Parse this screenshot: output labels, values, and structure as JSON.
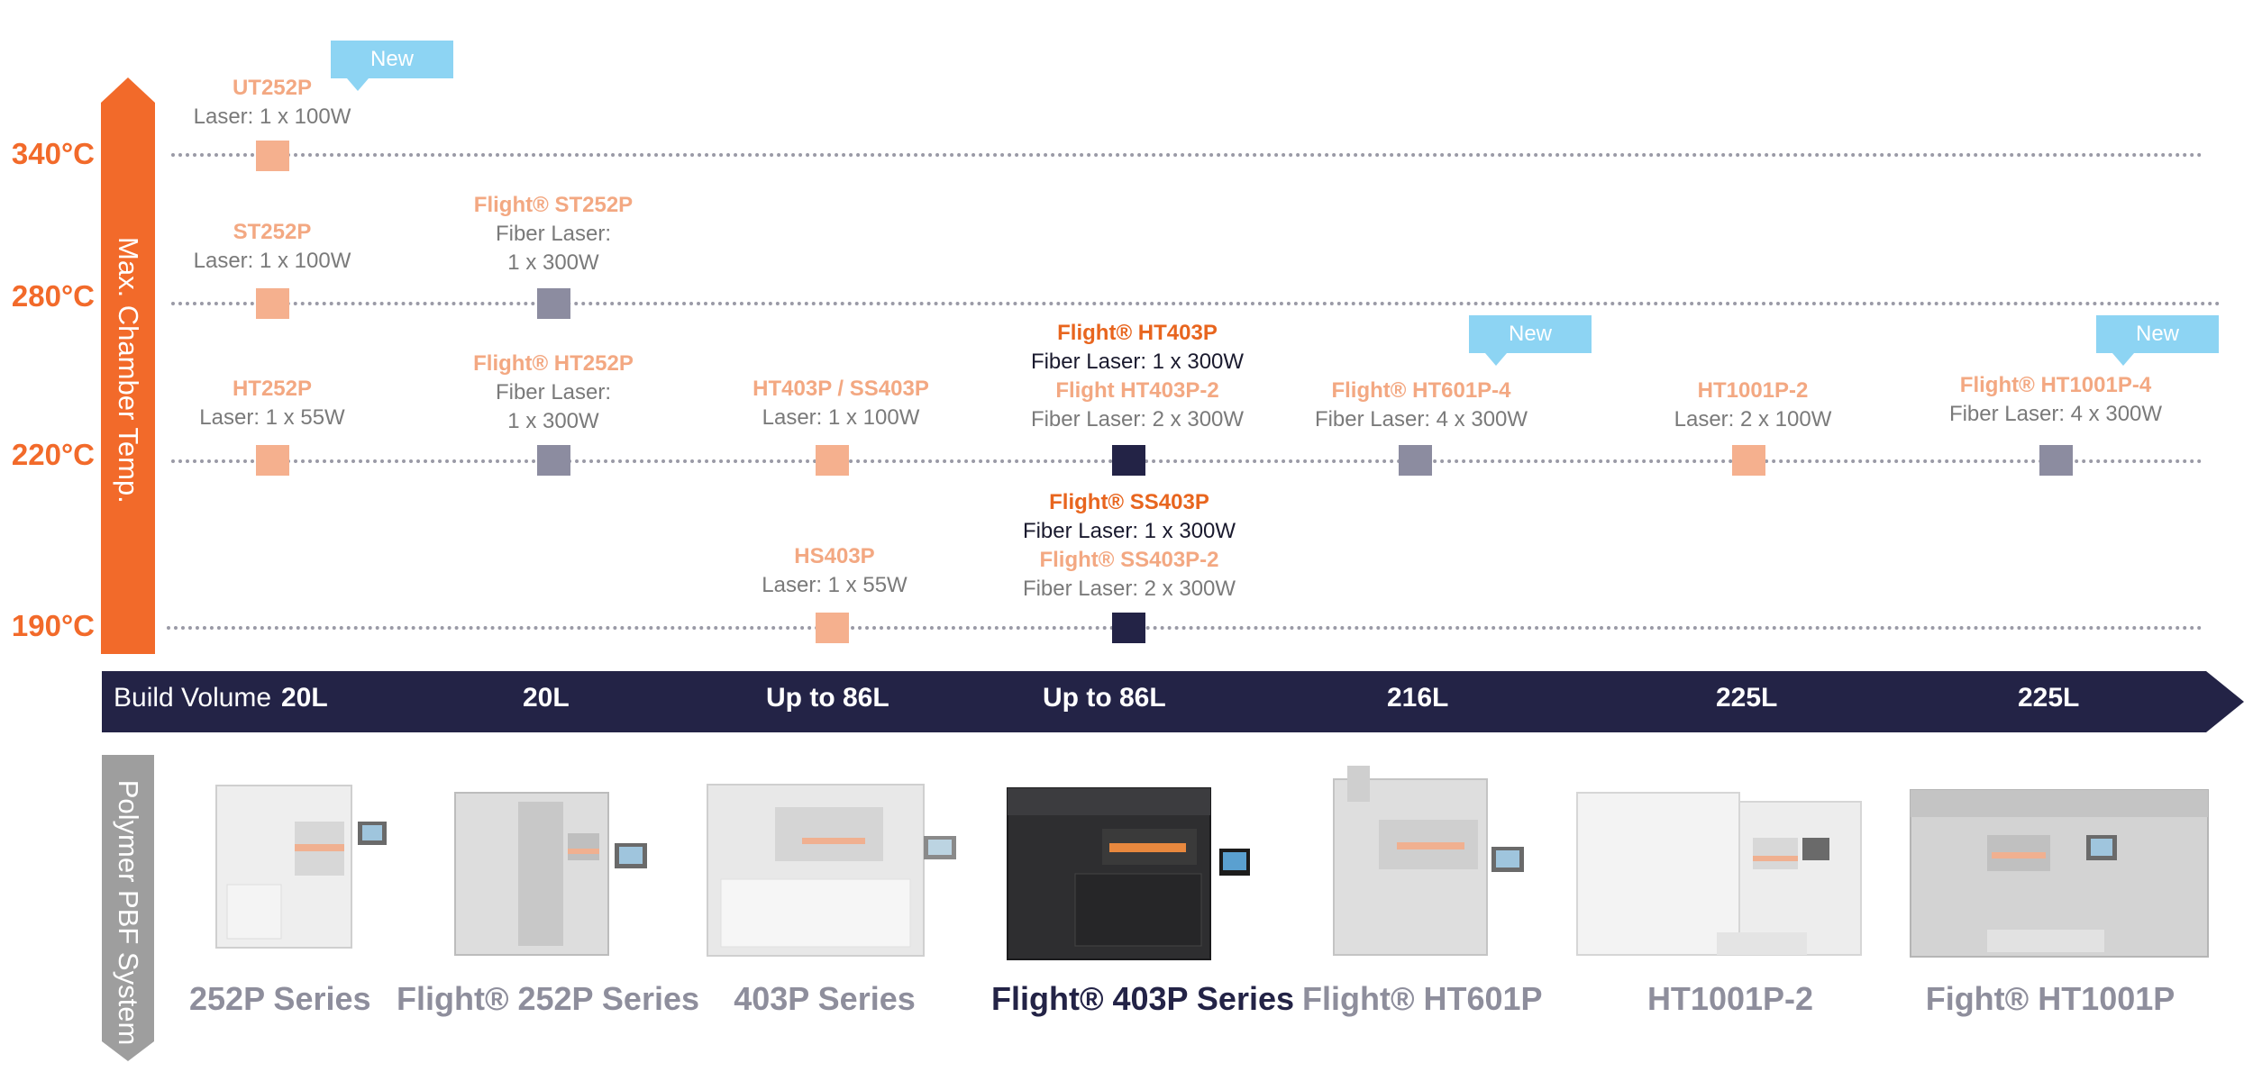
{
  "axis_title": "Max. Chamber Temp.",
  "temperatures": [
    "340°C",
    "280°C",
    "220°C",
    "190°C"
  ],
  "badges": {
    "new": "New"
  },
  "products": {
    "ut252p": {
      "name": "UT252P",
      "spec": "Laser: 1 x 100W"
    },
    "st252p": {
      "name": "ST252P",
      "spec": "Laser: 1 x 100W"
    },
    "flight_st252p": {
      "name": "Flight® ST252P",
      "spec1": "Fiber Laser:",
      "spec2": "1 x 300W"
    },
    "ht252p": {
      "name": "HT252P",
      "spec": "Laser: 1 x 55W"
    },
    "flight_ht252p": {
      "name": "Flight® HT252P",
      "spec1": "Fiber Laser:",
      "spec2": "1 x 300W"
    },
    "ht403p_ss403p": {
      "name": "HT403P / SS403P",
      "spec": "Laser: 1 x 100W"
    },
    "flight_ht403p": {
      "name": "Flight® HT403P",
      "spec": "Fiber Laser: 1 x 300W",
      "name2": "Flight HT403P-2",
      "spec2": "Fiber Laser: 2 x 300W"
    },
    "flight_ht601p4": {
      "name": "Flight® HT601P-4",
      "spec": "Fiber Laser: 4 x 300W"
    },
    "ht1001p2": {
      "name": "HT1001P-2",
      "spec": "Laser: 2 x 100W"
    },
    "flight_ht1001p4": {
      "name": "Flight® HT1001P-4",
      "spec": "Fiber Laser: 4 x 300W"
    },
    "hs403p": {
      "name": "HS403P",
      "spec": "Laser: 1 x 55W"
    },
    "flight_ss403p": {
      "name": "Flight® SS403P",
      "spec": "Fiber Laser: 1 x 300W",
      "name2": "Flight® SS403P-2",
      "spec2": "Fiber Laser: 2 x 300W"
    }
  },
  "build_volume": {
    "title": "Build Volume",
    "values": [
      "20L",
      "20L",
      "Up to 86L",
      "Up to 86L",
      "216L",
      "225L",
      "225L"
    ]
  },
  "system_title": "Polymer PBF System",
  "series": [
    "252P Series",
    "Flight® 252P Series",
    "403P Series",
    "Flight® 403P Series",
    "Flight® HT601P",
    "HT1001P-2",
    "Fight® HT1001P"
  ],
  "colors": {
    "orange": "#f26a2a",
    "light_orange": "#f5b08e",
    "grey_marker": "#8c8ca0",
    "navy": "#232346",
    "new_blue": "#8dd4f3"
  }
}
